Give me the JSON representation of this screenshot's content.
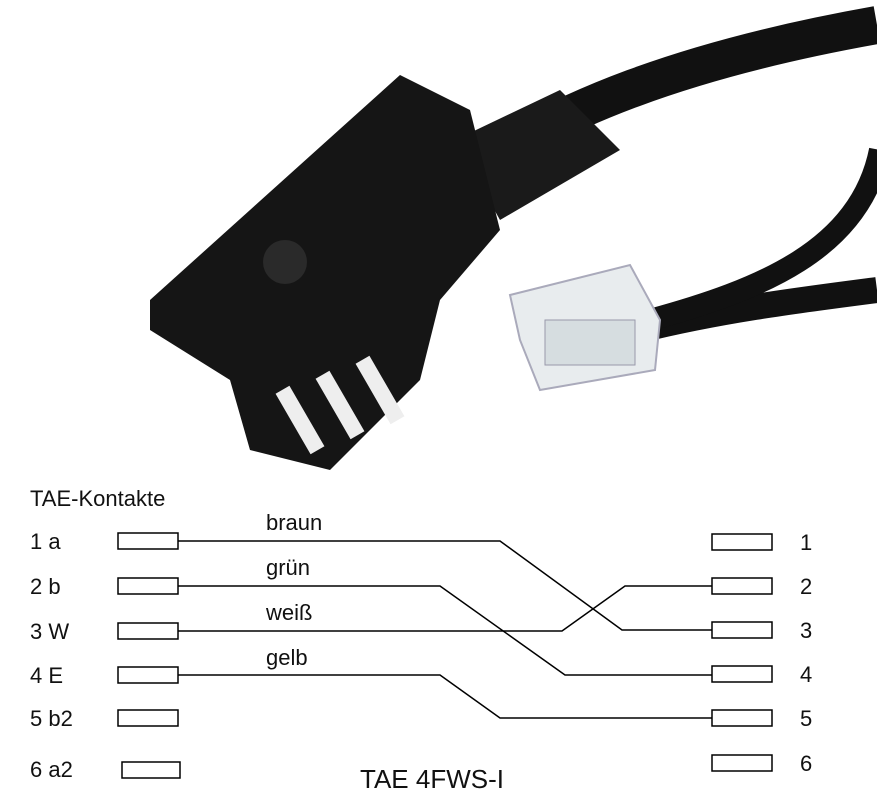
{
  "diagram": {
    "heading": "TAE-Kontakte",
    "left_pins": [
      "1 a",
      "2 b",
      "3 W",
      "4 E",
      "5 b2",
      "6 a2"
    ],
    "right_pins": [
      "1",
      "2",
      "3",
      "4",
      "5",
      "6"
    ],
    "wires": [
      {
        "label": "braun",
        "from": 1,
        "to": 3
      },
      {
        "label": "grün",
        "from": 2,
        "to": 4
      },
      {
        "label": "weiß",
        "from": 3,
        "to": 2
      },
      {
        "label": "gelb",
        "from": 4,
        "to": 5
      }
    ],
    "caption": "TAE 4FWS-I"
  },
  "colors": {
    "line": "#000000",
    "plug": "#141414",
    "background": "#ffffff"
  }
}
